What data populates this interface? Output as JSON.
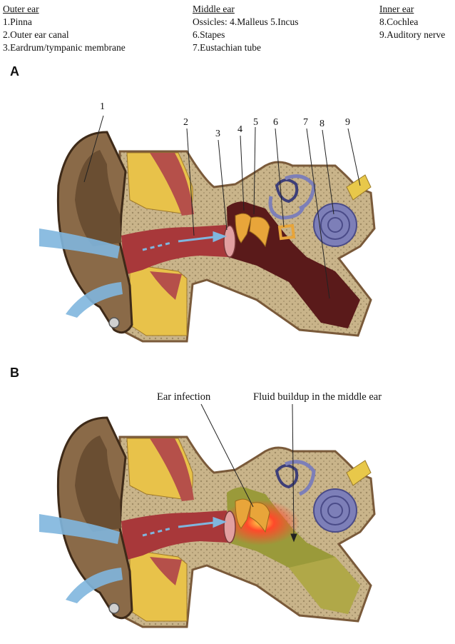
{
  "legend": {
    "outer": {
      "heading": "Outer ear",
      "items": [
        "1.Pinna",
        "2.Outer ear canal",
        "3.Eardrum/tympanic membrane"
      ]
    },
    "middle": {
      "heading": "Middle ear",
      "items": [
        "Ossicles: 4.Malleus 5.Incus",
        "6.Stapes",
        "7.Eustachian tube"
      ]
    },
    "inner": {
      "heading": "Inner ear",
      "items": [
        "8.Cochlea",
        "9.Auditory nerve"
      ]
    }
  },
  "panels": {
    "a": {
      "label": "A",
      "numbers": [
        "1",
        "2",
        "3",
        "4",
        "5",
        "6",
        "7",
        "8",
        "9"
      ]
    },
    "b": {
      "label": "B",
      "annotations": {
        "infection": "Ear infection",
        "fluid": "Fluid buildup in the middle ear"
      }
    }
  },
  "colors": {
    "skin": "#8a6a48",
    "skin_dark": "#5a3e28",
    "bone": "#c9b48a",
    "cartilage": "#e8c24a",
    "muscle": "#b5504a",
    "canal": "#a8383a",
    "cavity": "#5a1a1a",
    "ossicle": "#e8a53a",
    "cochlea": "#7d7fb8",
    "nerve": "#e8c84a",
    "sound_wave": "#7fb6de",
    "fluid": "#9a9a3a",
    "infection": "#ff4a2a"
  }
}
